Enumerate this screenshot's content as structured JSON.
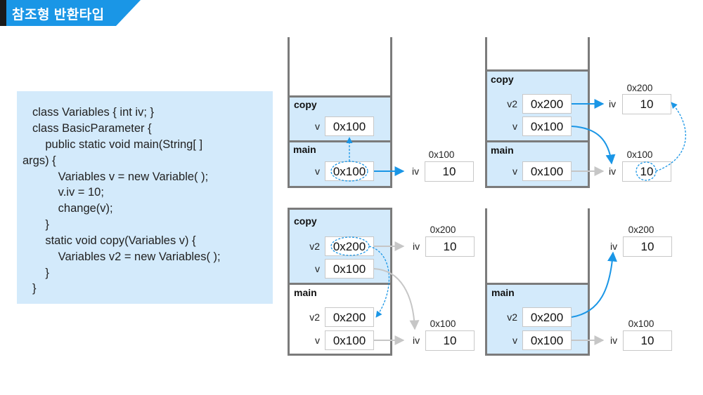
{
  "title": "참조형 반환타입",
  "colors": {
    "accent": "#1a96e6",
    "frame_fill": "#d3eafb",
    "gray_arrow": "#c6c6c6"
  },
  "code": [
    "class Variables { int iv; }",
    "class BasicParameter {",
    "    public static void main(String[ ]",
    "args) {",
    "        Variables v = new Variable( );",
    "        v.iv = 10;",
    "        change(v);",
    "    }",
    "    static void copy(Variables v) {",
    "        Variables v2 = new Variables( );",
    "    }",
    "}"
  ],
  "panels": {
    "p1": {
      "copy_label": "copy",
      "copy_v_label": "v",
      "copy_v_value": "0x100",
      "main_label": "main",
      "main_v_label": "v",
      "main_v_value": "0x100",
      "heap_addr": "0x100",
      "heap_label": "iv",
      "heap_value": "10"
    },
    "p2": {
      "copy_label": "copy",
      "copy_v2_label": "v2",
      "copy_v2_value": "0x200",
      "copy_v_label": "v",
      "copy_v_value": "0x100",
      "main_label": "main",
      "main_v_label": "v",
      "main_v_value": "0x100",
      "heap1_addr": "0x200",
      "heap1_label": "iv",
      "heap1_value": "10",
      "heap2_addr": "0x100",
      "heap2_label": "iv",
      "heap2_value": "10"
    },
    "p3": {
      "copy_label": "copy",
      "copy_v2_label": "v2",
      "copy_v2_value": "0x200",
      "copy_v_label": "v",
      "copy_v_value": "0x100",
      "main_label": "main",
      "main_v2_label": "v2",
      "main_v2_value": "0x200",
      "main_v_label": "v",
      "main_v_value": "0x100",
      "heap1_addr": "0x200",
      "heap1_label": "iv",
      "heap1_value": "10",
      "heap2_addr": "0x100",
      "heap2_label": "iv",
      "heap2_value": "10"
    },
    "p4": {
      "main_label": "main",
      "main_v2_label": "v2",
      "main_v2_value": "0x200",
      "main_v_label": "v",
      "main_v_value": "0x100",
      "heap1_addr": "0x200",
      "heap1_label": "iv",
      "heap1_value": "10",
      "heap2_addr": "0x100",
      "heap2_label": "iv",
      "heap2_value": "10"
    }
  }
}
